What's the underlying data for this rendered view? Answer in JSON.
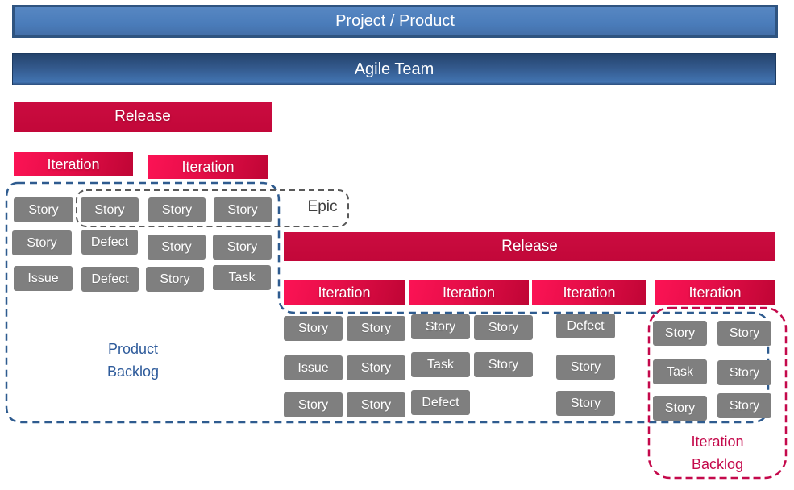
{
  "title_bars": {
    "project": "Project / Product",
    "agile_team": "Agile Team"
  },
  "release_left": {
    "label": "Release",
    "iterations": [
      "Iteration",
      "Iteration"
    ]
  },
  "epic": {
    "label": "Epic"
  },
  "product_backlog": {
    "label_line1": "Product",
    "label_line2": "Backlog",
    "left_grid": [
      [
        "Story",
        "Story",
        "Story",
        "Story"
      ],
      [
        "Story",
        "Defect",
        "Story",
        "Story"
      ],
      [
        "Issue",
        "Defect",
        "Story",
        "Task"
      ]
    ]
  },
  "release_right": {
    "label": "Release",
    "iterations": [
      "Iteration",
      "Iteration",
      "Iteration",
      "Iteration"
    ],
    "grid": [
      [
        "Story",
        "Story",
        "Story",
        "Story",
        "Defect"
      ],
      [
        "Issue",
        "Story",
        "Task",
        "Story",
        "Story"
      ],
      [
        "Story",
        "Story",
        "Defect",
        "Story"
      ]
    ]
  },
  "iteration_backlog": {
    "label_line1": "Iteration",
    "label_line2": "Backlog",
    "grid": [
      [
        "Story",
        "Story"
      ],
      [
        "Task",
        "Story"
      ],
      [
        "Story",
        "Story"
      ]
    ]
  },
  "colors": {
    "blue_bar": "#4E80BC",
    "agile_gradient_top": "#24436C",
    "agile_gradient_bottom": "#4274B2",
    "crimson": "#C60A3C",
    "iteration_bright": "#FB1254",
    "gray_box": "#7F7F7F",
    "product_backlog_outline": "#2E5B8F",
    "iteration_backlog_outline": "#C4094B",
    "epic_outline": "#595959"
  }
}
